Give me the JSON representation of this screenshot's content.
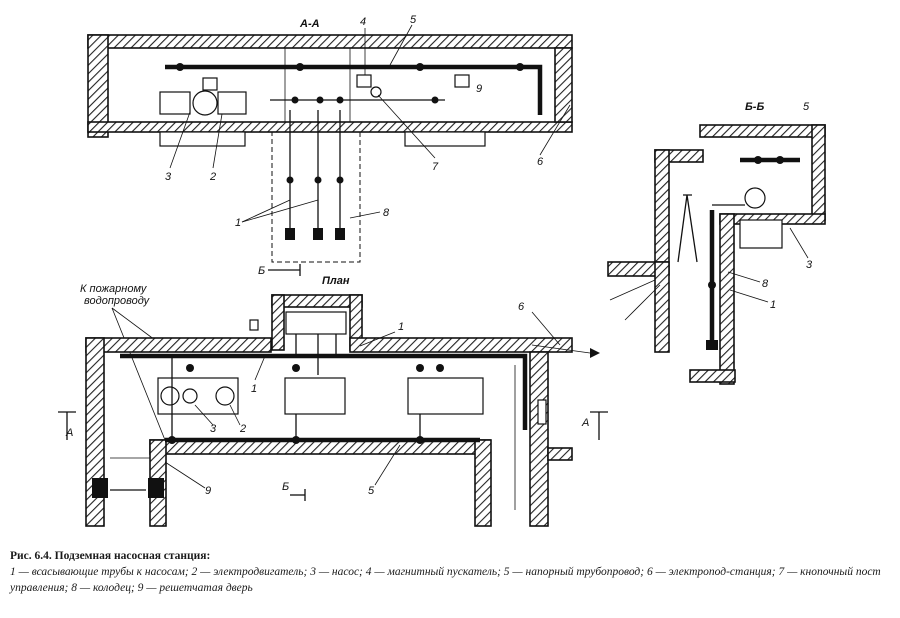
{
  "section_labels": {
    "aa": "А-А",
    "bb": "Б-Б",
    "plan": "План",
    "marker_a": "А",
    "marker_b": "Б"
  },
  "callout_numbers": [
    "1",
    "2",
    "3",
    "4",
    "5",
    "6",
    "7",
    "8",
    "9"
  ],
  "annotation": {
    "fire_main_line1": "К пожарному",
    "fire_main_line2": "водопроводу"
  },
  "caption": {
    "title": "Рис. 6.4. Подземная насосная станция:",
    "legend": "1 — всасывающие трубы к насосам; 2 — электродвигатель; 3 — насос; 4 — магнитный пускатель; 5 — напорный трубопровод; 6 — электропод-станция; 7 — кнопочный пост управления; 8 — колодец; 9 — решетчатая дверь"
  }
}
